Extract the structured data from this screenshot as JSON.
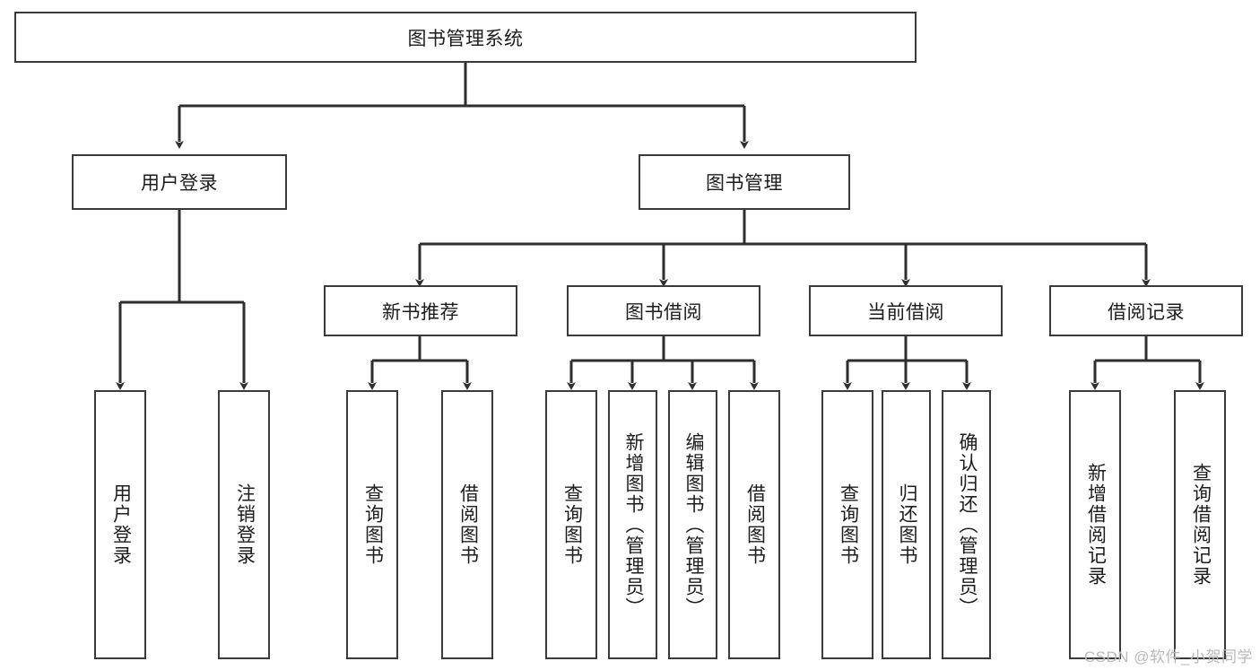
{
  "diagram": {
    "type": "tree-flowchart",
    "title": "图书管理系统",
    "watermark": "CSDN @软件_小贺同学",
    "colors": {
      "border": "#3a3a3a",
      "fill": "#ffffff",
      "text": "#1c1c1c",
      "watermark": "#b9b9b9",
      "background": "#ffffff"
    },
    "root": {
      "label": "图书管理系统"
    },
    "level2": [
      {
        "label": "用户登录"
      },
      {
        "label": "图书管理"
      }
    ],
    "level3": [
      {
        "label": "新书推荐"
      },
      {
        "label": "图书借阅"
      },
      {
        "label": "当前借阅"
      },
      {
        "label": "借阅记录"
      }
    ],
    "leaves": {
      "user_login": [
        {
          "label": "用户登录"
        },
        {
          "label": "注销登录"
        }
      ],
      "new_book_recommend": [
        {
          "label": "查询图书"
        },
        {
          "label": "借阅图书"
        }
      ],
      "book_borrow": [
        {
          "label": "查询图书"
        },
        {
          "label": "新增图书（管理员）"
        },
        {
          "label": "编辑图书（管理员）"
        },
        {
          "label": "借阅图书"
        }
      ],
      "current_borrow": [
        {
          "label": "查询图书"
        },
        {
          "label": "归还图书"
        },
        {
          "label": "确认归还（管理员）"
        }
      ],
      "borrow_records": [
        {
          "label": "新增借阅记录"
        },
        {
          "label": "查询借阅记录"
        }
      ]
    }
  }
}
